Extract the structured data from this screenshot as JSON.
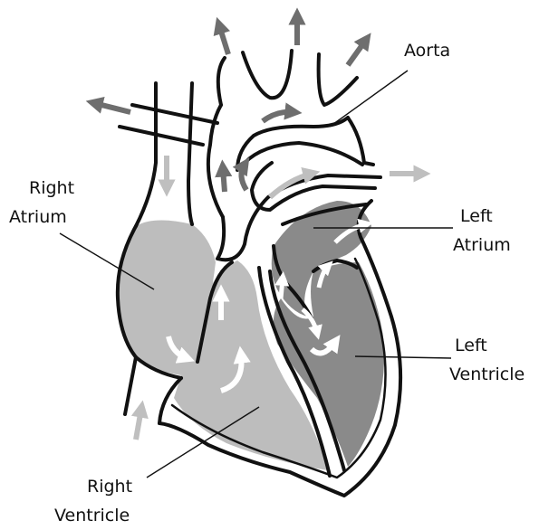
{
  "labels": {
    "aorta": "Aorta",
    "left_atrium_line1": "Left",
    "left_atrium_line2": "Atrium",
    "right_atrium_line1": "Right",
    "right_atrium_line2": "Atrium",
    "left_ventricle_line1": "Left",
    "left_ventricle_line2": "Ventricle",
    "right_ventricle_line1": "Right",
    "right_ventricle_line2": "Ventricle"
  },
  "colors": {
    "deoxygenated_chamber_fill": "#bdbdbd",
    "oxygenated_chamber_fill": "#8a8a8a",
    "outline": "#111111",
    "arrow_dark": "#6e6e6e",
    "arrow_light": "#bfbfbf",
    "arrow_white": "#ffffff"
  },
  "icons": {
    "flow_arrow": "arrow-icon"
  }
}
